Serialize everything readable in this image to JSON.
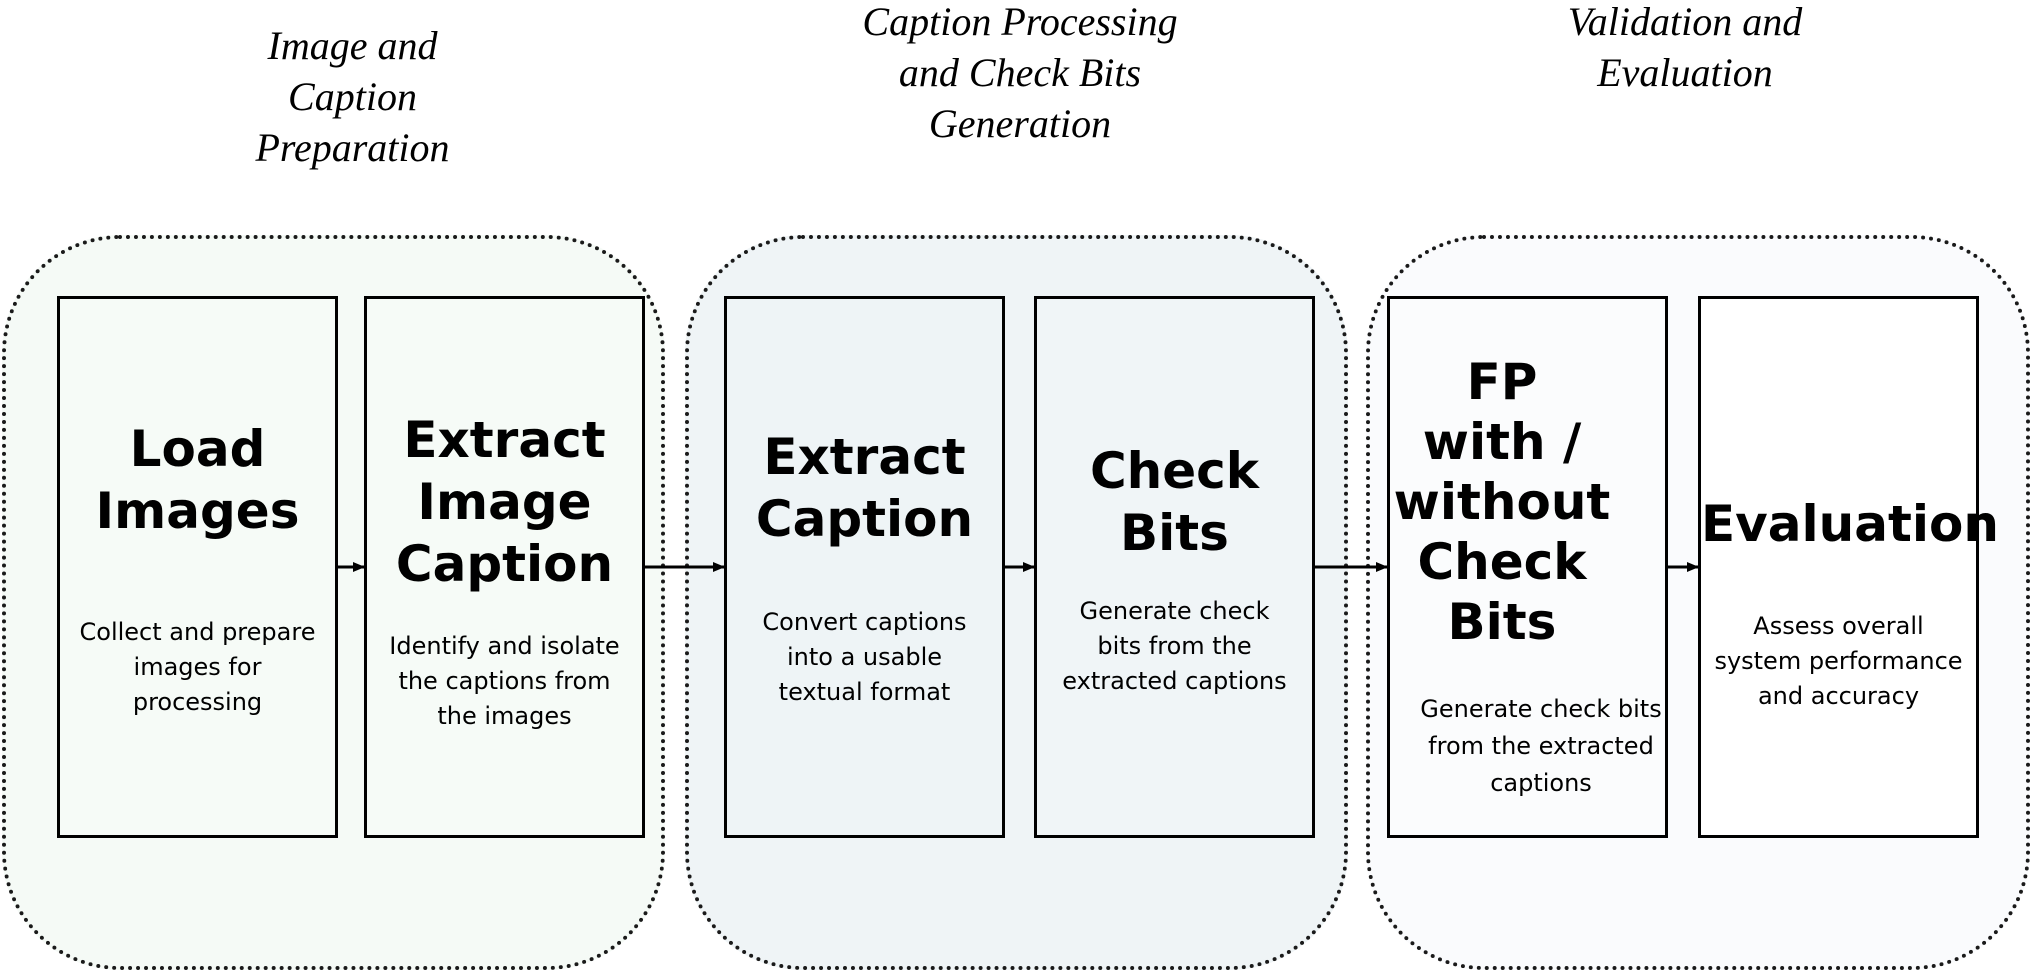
{
  "colors": {
    "stage_1_fill": "#f5faf6",
    "stage_2_fill": "#eff4f6",
    "stage_3_fill": "#fafbfd",
    "box_1_fill": "#f6fbf7",
    "box_2_fill": "#f6fbf7",
    "box_3_fill": "#eef4f6",
    "box_4_fill": "#f0f5f7",
    "box_5_fill": "#fbfcfd",
    "box_6_fill": "#ffffff",
    "line": "#000000"
  },
  "stages": [
    {
      "title": "Image and\nCaption\nPreparation"
    },
    {
      "title": "Caption Processing\nand Check Bits\nGeneration"
    },
    {
      "title": "Validation and\nEvaluation"
    }
  ],
  "steps": [
    {
      "title": "Load\nImages",
      "description": "Collect and prepare\nimages for\nprocessing"
    },
    {
      "title": "Extract\nImage\nCaption",
      "description": "Identify and isolate\nthe captions from\nthe images"
    },
    {
      "title": "Extract\nCaption",
      "description": "Convert captions\ninto a usable\ntextual format"
    },
    {
      "title": "Check\nBits",
      "description": "Generate check\nbits from the\nextracted captions"
    },
    {
      "title": "FP\nwith /\nwithout\nCheck\nBits",
      "description": "Generate check bits\nfrom the extracted\ncaptions"
    },
    {
      "title": "Evaluation",
      "description": "Assess overall\nsystem performance\nand accuracy"
    }
  ],
  "flow": [
    {
      "from": "Load Images",
      "to": "Extract Image Caption"
    },
    {
      "from": "Extract Image Caption",
      "to": "Extract Caption"
    },
    {
      "from": "Extract Caption",
      "to": "Check Bits"
    },
    {
      "from": "Check Bits",
      "to": "FP with / without Check Bits"
    },
    {
      "from": "FP with / without Check Bits",
      "to": "Evaluation"
    }
  ]
}
